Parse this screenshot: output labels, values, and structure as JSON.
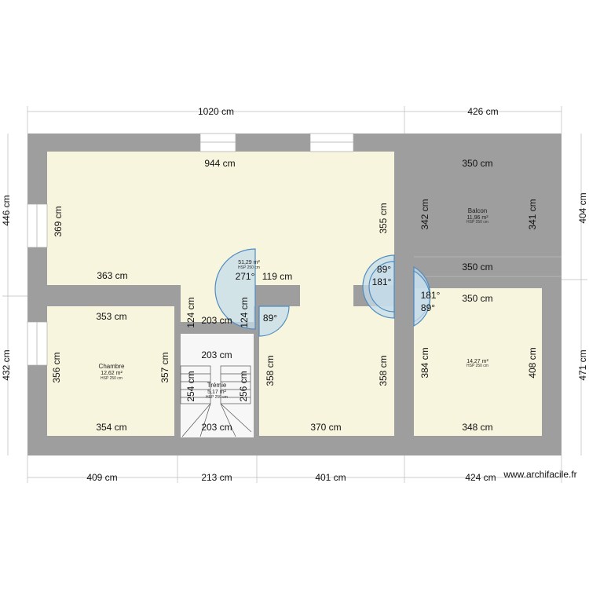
{
  "plan": {
    "overall_dimensions": {
      "top": [
        "1020 cm",
        "426 cm"
      ],
      "bottom": [
        "409 cm",
        "213 cm",
        "401 cm",
        "424 cm"
      ],
      "left": [
        "446 cm",
        "432 cm"
      ],
      "right": [
        "404 cm",
        "471 cm"
      ]
    },
    "rooms": [
      {
        "name": "",
        "area": "51,29 m²",
        "hsp": "HSP 250 cm"
      },
      {
        "name": "Balcon",
        "area": "11,96 m²",
        "hsp": "HSP 250 cm"
      },
      {
        "name": "Chambre",
        "area": "12,62 m²",
        "hsp": "HSP 250 cm"
      },
      {
        "name": "Trémie",
        "area": "5,17 m²",
        "hsp": "HSP 250 cm"
      },
      {
        "name": "",
        "area": "14,27 m²",
        "hsp": "HSP 250 cm"
      }
    ],
    "inner_dimensions": {
      "main_top": "944 cm",
      "main_left": "369 cm",
      "main_right": "355 cm",
      "main_bottom_left": "363 cm",
      "wall_119": "119 cm",
      "wall_124a": "124 cm",
      "wall_124b": "124 cm",
      "corridor_203": "203 cm",
      "balcon_top": "350 cm",
      "balcon_left": "342 cm",
      "balcon_right": "341 cm",
      "balcon_bottom": "350 cm",
      "chambre_top": "353 cm",
      "chambre_left": "356 cm",
      "chambre_right": "357 cm",
      "chambre_bottom": "354 cm",
      "stair_top": "203 cm",
      "stair_left": "254 cm",
      "stair_right": "256 cm",
      "stair_bottom": "203 cm",
      "middle_left": "358 cm",
      "middle_right": "358 cm",
      "middle_bottom": "370 cm",
      "right_top": "350 cm",
      "right_left": "384 cm",
      "right_right": "408 cm",
      "right_bottom": "348 cm"
    },
    "door_angles": [
      "271°",
      "89°",
      "89°",
      "181°",
      "181°",
      "89°"
    ],
    "watermark": "www.archifacile.fr"
  },
  "colors": {
    "wall": "#9e9e9e",
    "room": "#f8f5de",
    "door": "#c5dcea",
    "door_stroke": "#4f8cc0"
  }
}
